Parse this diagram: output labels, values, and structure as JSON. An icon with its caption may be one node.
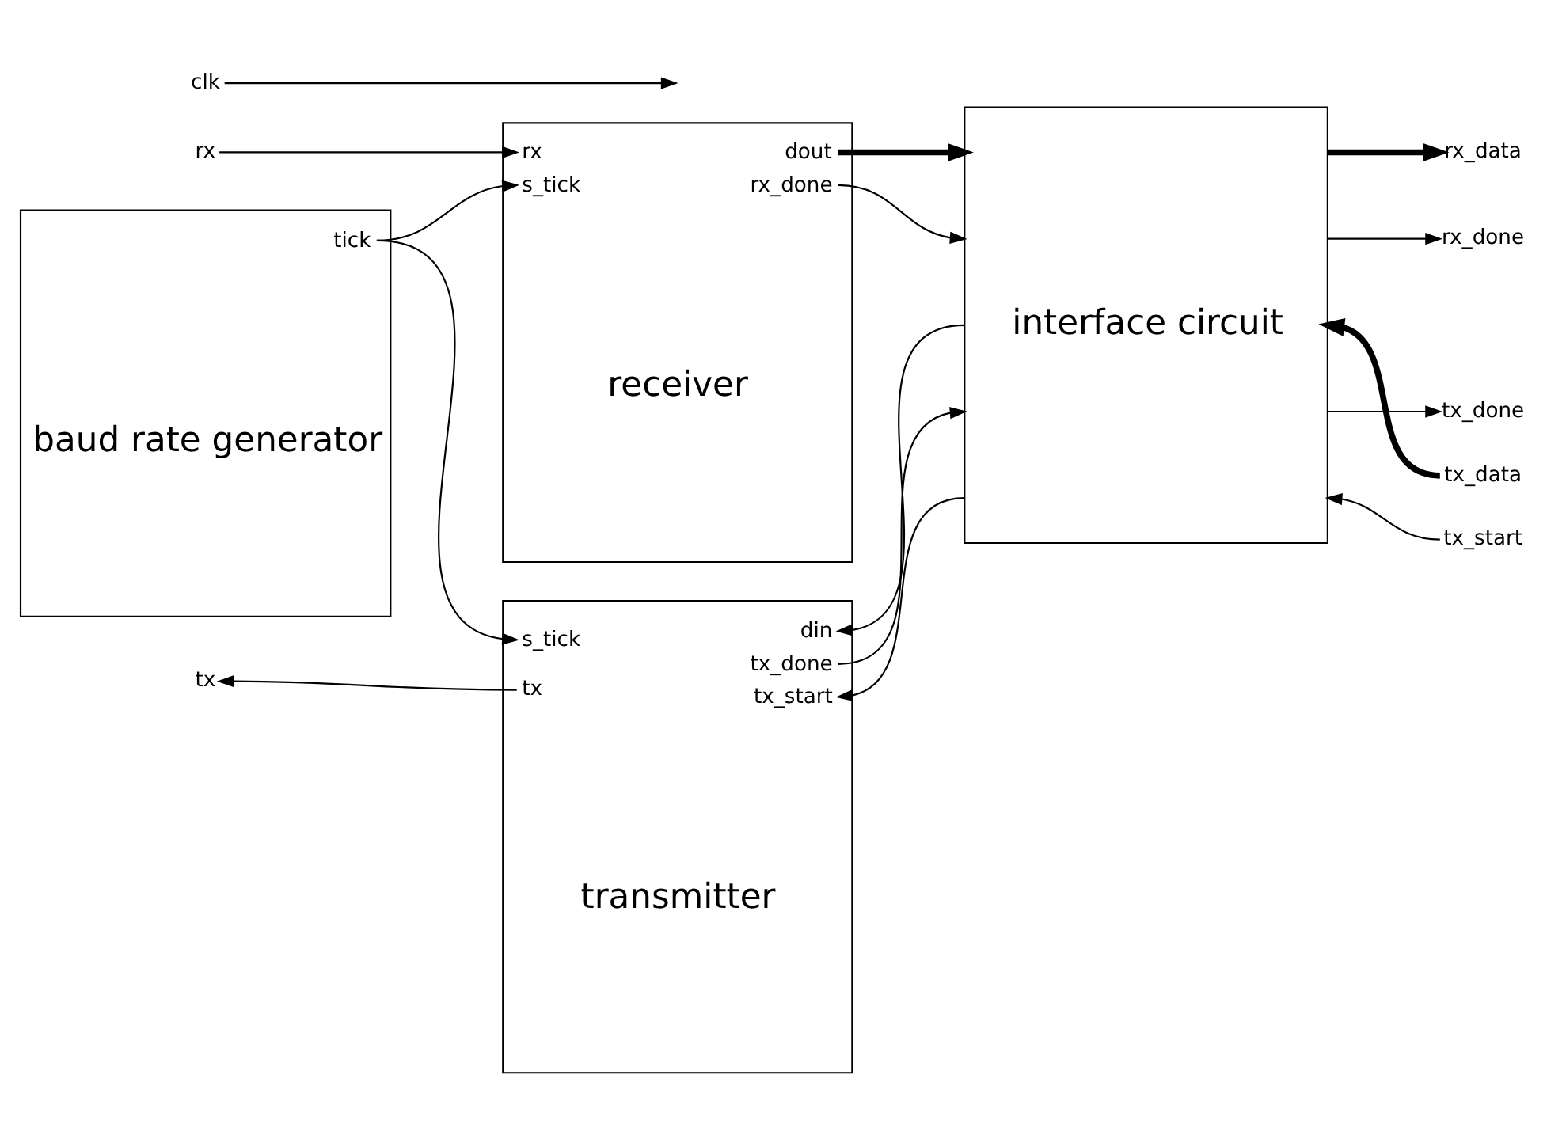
{
  "diagram": {
    "nodes": [
      {
        "text": [
          "rx"
        ]
      },
      {
        "text": [
          "clk"
        ]
      },
      {
        "text": [
          "rx",
          "s_tick",
          "dout",
          "rx_done",
          "receiver"
        ]
      },
      {
        "text": [
          "tick",
          "baud rate generator"
        ]
      },
      {
        "text": [
          "interface circuit"
        ]
      },
      {
        "text": [
          "rx_data"
        ]
      },
      {
        "text": [
          "rx_done"
        ]
      },
      {
        "text": [
          "tx_data"
        ]
      },
      {
        "text": [
          "tx_done"
        ]
      },
      {
        "text": [
          "tx_start"
        ]
      },
      {
        "text": [
          "s_tick",
          "din",
          "tx_done",
          "tx_start",
          "tx",
          "transmitter"
        ]
      },
      {
        "text": [
          "tx"
        ]
      }
    ],
    "edges": [
      {
        "from": 0,
        "to": 2,
        "arrow": "to"
      },
      {
        "from": 1,
        "to": null,
        "arrow": "to"
      },
      {
        "from": 3,
        "to": 2,
        "arrow": "to"
      },
      {
        "from": 3,
        "to": 10,
        "arrow": "to"
      },
      {
        "from": 2,
        "to": 4,
        "arrow": "to",
        "style": "thick"
      },
      {
        "from": 2,
        "to": 4,
        "arrow": "to"
      },
      {
        "from": 4,
        "to": 5,
        "arrow": "to",
        "style": "thick"
      },
      {
        "from": 4,
        "to": 6,
        "arrow": "to"
      },
      {
        "from": 7,
        "to": 4,
        "arrow": "to",
        "style": "thick"
      },
      {
        "from": 4,
        "to": 8,
        "arrow": "to"
      },
      {
        "from": 9,
        "to": 4,
        "arrow": "to"
      },
      {
        "from": 4,
        "to": 10,
        "arrow": "to"
      },
      {
        "from": 10,
        "to": 4,
        "arrow": "to"
      },
      {
        "from": 4,
        "to": 10,
        "arrow": "to"
      },
      {
        "from": 10,
        "to": 11,
        "arrow": "to"
      }
    ]
  }
}
